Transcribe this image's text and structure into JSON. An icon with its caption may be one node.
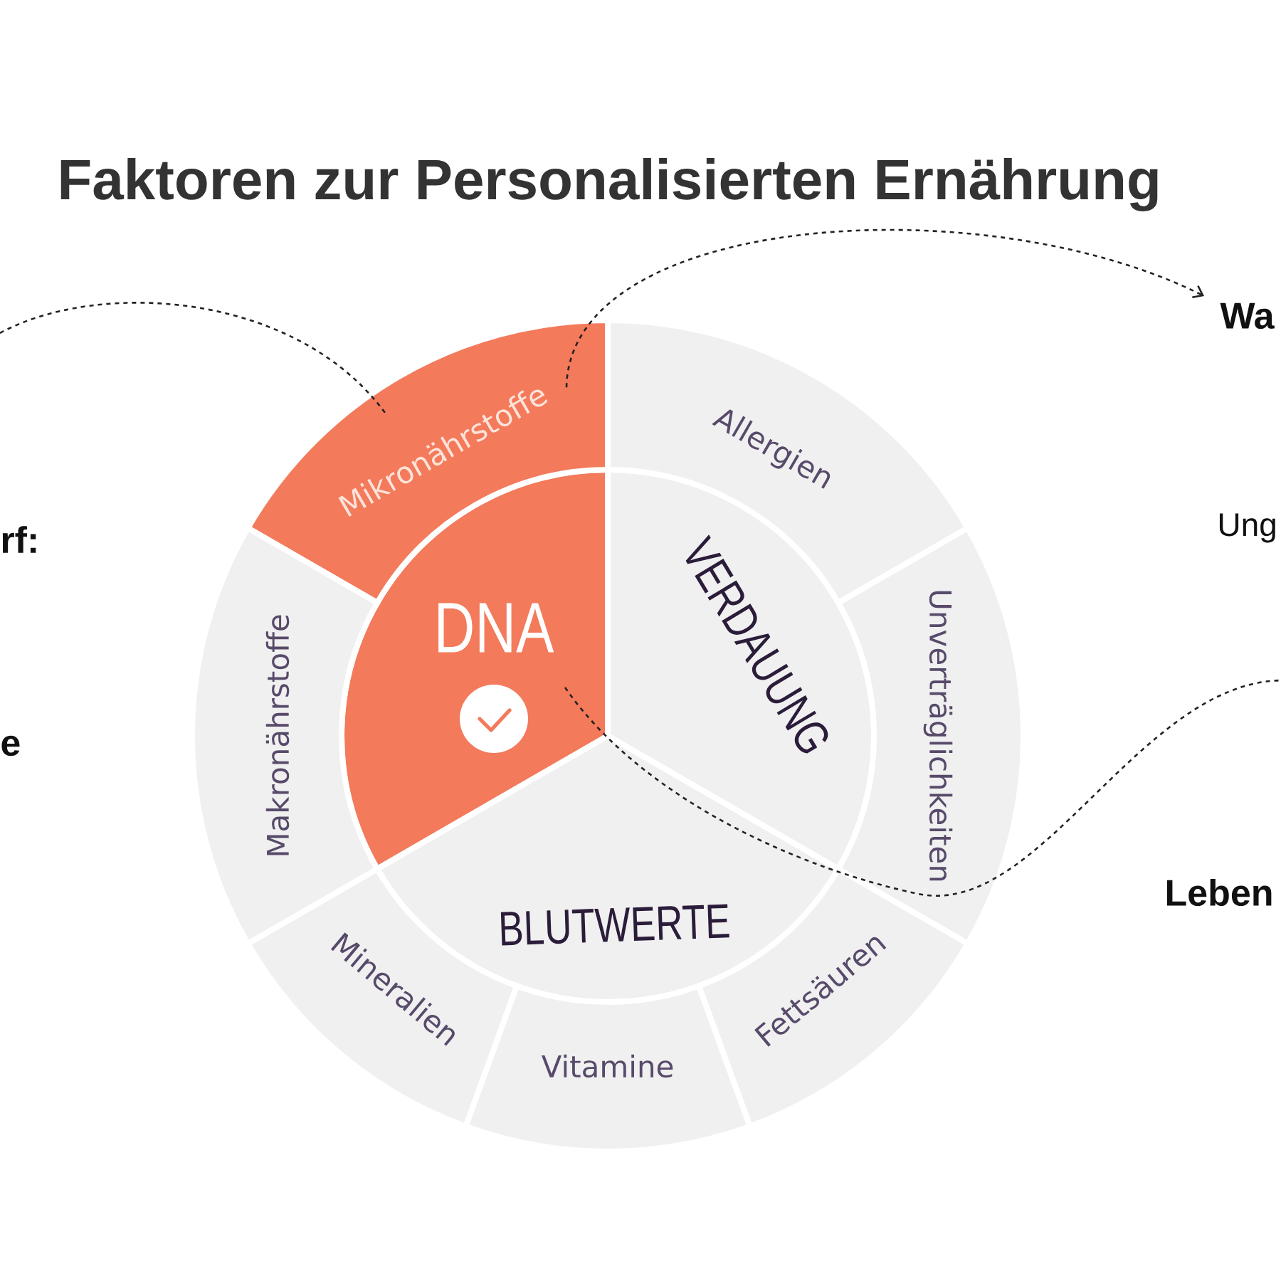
{
  "diagram": {
    "title": "Faktoren zur Personalisierten Ernährung",
    "nodes": [
      {
        "text": [
          "DNA"
        ]
      },
      {
        "text": [
          "VERDAUUNG"
        ]
      },
      {
        "text": [
          "BLUTWERTE"
        ]
      },
      {
        "text": [
          "Mikronährstoffe"
        ]
      },
      {
        "text": [
          "Allergien"
        ]
      },
      {
        "text": [
          "Unverträglichkeiten"
        ]
      },
      {
        "text": [
          "Fettsäuren"
        ]
      },
      {
        "text": [
          "Vitamine"
        ]
      },
      {
        "text": [
          "Mineralien"
        ]
      },
      {
        "text": [
          "Makronährstoffe"
        ]
      },
      {
        "text": [
          "Wa"
        ]
      }
    ],
    "edges": [
      {
        "from": null,
        "to": 3,
        "arrow": "none",
        "style": "dashed"
      },
      {
        "from": 3,
        "to": 10,
        "arrow": "to",
        "style": "dashed"
      },
      {
        "from": 0,
        "to": null,
        "arrow": "none",
        "style": "dashed"
      }
    ],
    "labels": [
      "rf:",
      "Ung",
      "e",
      "Leben"
    ]
  }
}
